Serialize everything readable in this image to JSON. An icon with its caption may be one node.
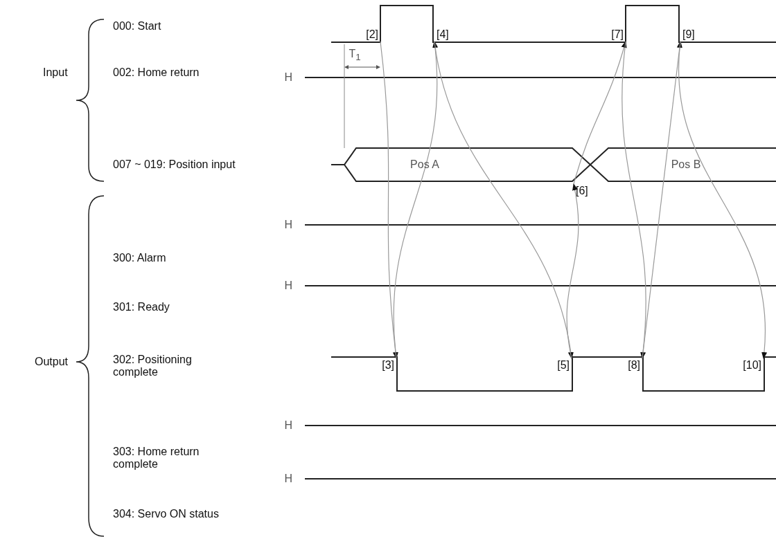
{
  "diagram": {
    "nodes": [
      {
        "text": [
          "[2]"
        ]
      },
      {
        "text": [
          "[3]"
        ]
      },
      {
        "text": [
          "[4]"
        ]
      },
      {
        "text": [
          "[5]"
        ]
      },
      {
        "text": [
          "[6]"
        ]
      },
      {
        "text": [
          "[7]"
        ]
      },
      {
        "text": [
          "[8]"
        ]
      },
      {
        "text": [
          "[9]"
        ]
      },
      {
        "text": [
          "[10]"
        ]
      }
    ],
    "edges": [
      {
        "from": 0,
        "to": 1,
        "arrow": "to"
      },
      {
        "from": 1,
        "to": 2,
        "arrow": "to"
      },
      {
        "from": 2,
        "to": 3,
        "arrow": "to"
      },
      {
        "from": 3,
        "to": 4,
        "arrow": "to"
      },
      {
        "from": 4,
        "to": 5,
        "arrow": "to"
      },
      {
        "from": 5,
        "to": 6,
        "arrow": "to"
      },
      {
        "from": 6,
        "to": 7,
        "arrow": "to"
      },
      {
        "from": 7,
        "to": 8,
        "arrow": "to"
      }
    ],
    "labels": [
      "000: Start",
      "T$_{1}$",
      "Input",
      "002: Home return",
      "H",
      "007 ~ 019: Position input",
      "Pos A",
      "Pos B",
      "H",
      "300: Alarm",
      "H",
      "301: Ready",
      "Output",
      "302: Positioning complete",
      "H",
      "303: Home return complete",
      "H",
      "304: Servo ON status"
    ]
  }
}
